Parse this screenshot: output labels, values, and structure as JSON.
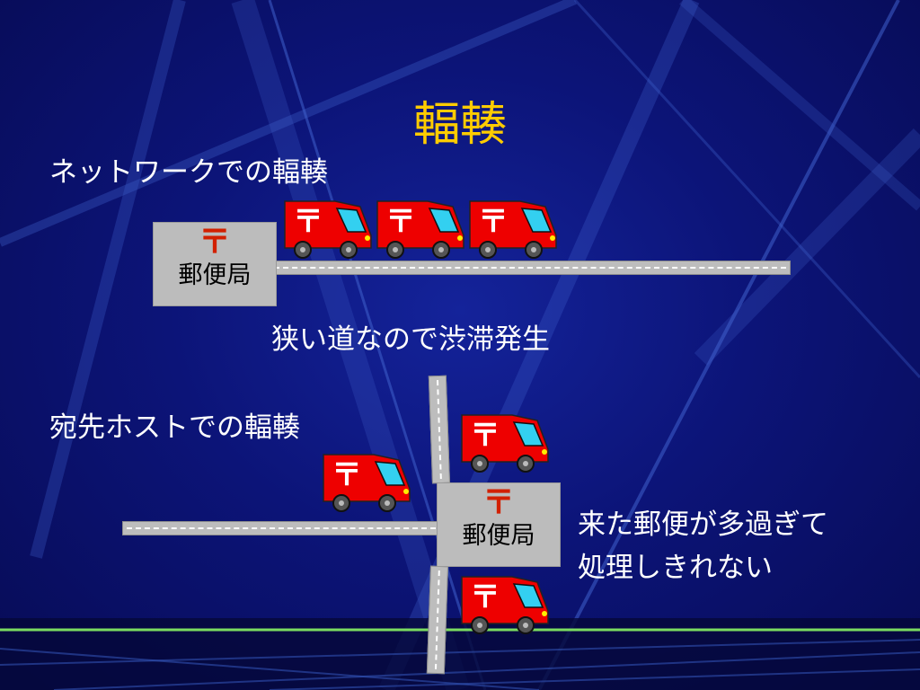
{
  "slide": {
    "title": "輻輳",
    "section1": {
      "heading": "ネットワークでの輻輳",
      "caption": "狭い道なので渋滞発生",
      "post_office": {
        "mark": "〒",
        "name": "郵便局"
      }
    },
    "section2": {
      "heading": "宛先ホストでの輻輳",
      "caption_line1": "来た郵便が多過ぎて",
      "caption_line2": "処理しきれない",
      "post_office": {
        "mark": "〒",
        "name": "郵便局"
      }
    },
    "truck_mark": "〒"
  },
  "colors": {
    "title": "#ffcc00",
    "text": "#ffffff",
    "truck": "#ee0000",
    "mark": "#d22000",
    "background": "#0c1478"
  }
}
